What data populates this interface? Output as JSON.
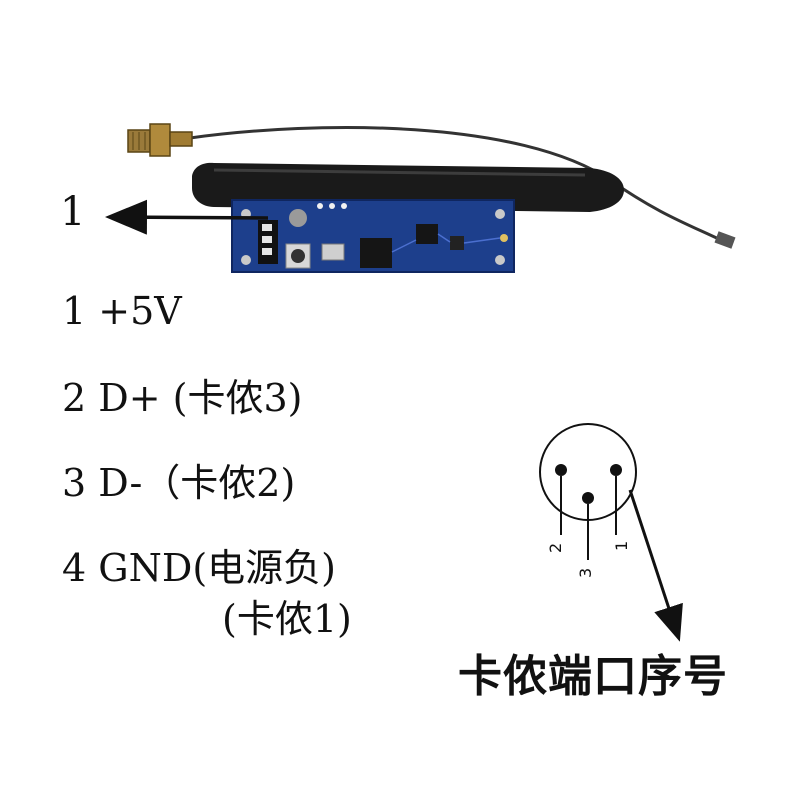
{
  "marker_label": "1",
  "pins": [
    {
      "number": "1",
      "text": "+5V"
    },
    {
      "number": "2",
      "text": "D+ (卡侬3)"
    },
    {
      "number": "3",
      "text": "D-（卡侬2)"
    },
    {
      "number": "4",
      "text": "GND(电源负)"
    }
  ],
  "pin4_note": "(卡侬1)",
  "connector_labels": [
    "1",
    "2",
    "3"
  ],
  "caption": "卡侬端口序号",
  "colors": {
    "pcb": "#1d3f8c",
    "antenna": "#1a1a1a",
    "text": "#111111"
  }
}
